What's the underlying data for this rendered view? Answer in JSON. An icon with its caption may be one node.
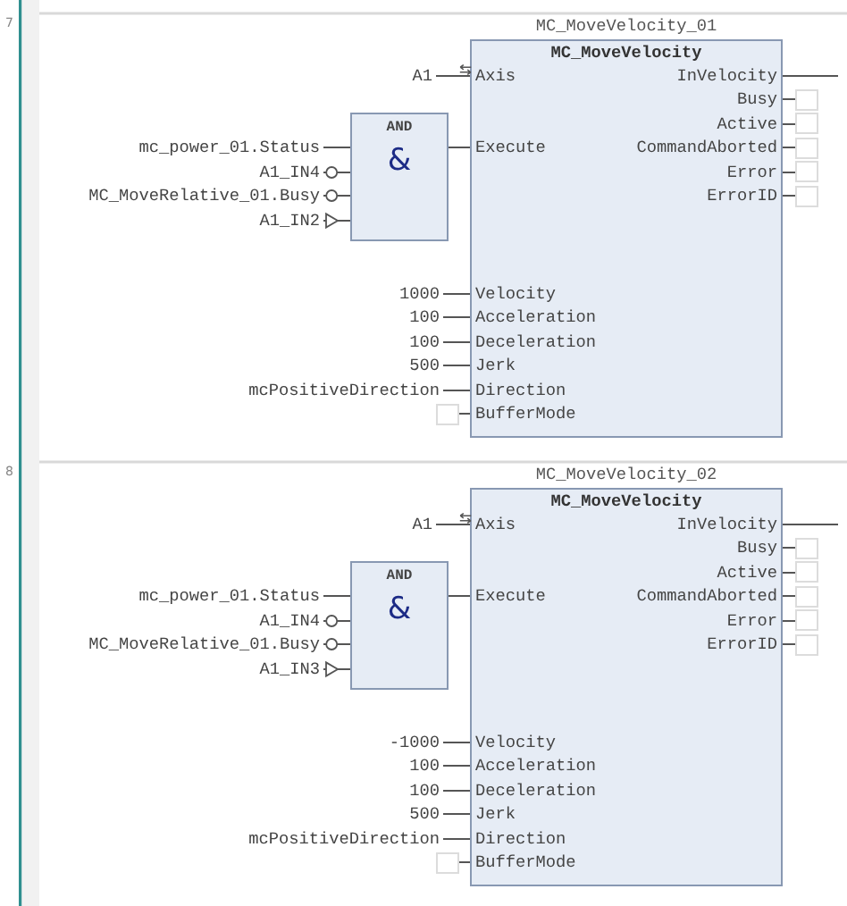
{
  "diagram": {
    "nodes": [
      {
        "text": [
          "MC_MoveVelocity_01",
          "MC_MoveVelocity"
        ]
      },
      {
        "text": [
          "Axis"
        ],
        "in": 0
      },
      {
        "text": [
          "Execute"
        ],
        "in": 0
      },
      {
        "text": [
          "Velocity"
        ],
        "in": 0
      },
      {
        "text": [
          "Acceleration"
        ],
        "in": 0
      },
      {
        "text": [
          "Deceleration"
        ],
        "in": 0
      },
      {
        "text": [
          "Jerk"
        ],
        "in": 0
      },
      {
        "text": [
          "Direction"
        ],
        "in": 0
      },
      {
        "text": [
          "BufferMode"
        ],
        "in": 0
      },
      {
        "text": [
          "InVelocity"
        ],
        "in": 0
      },
      {
        "text": [
          "Busy"
        ],
        "in": 0
      },
      {
        "text": [
          "Active"
        ],
        "in": 0
      },
      {
        "text": [
          "CommandAborted"
        ],
        "in": 0
      },
      {
        "text": [
          "Error"
        ],
        "in": 0
      },
      {
        "text": [
          "ErrorID"
        ],
        "in": 0
      },
      {
        "text": [
          "A1"
        ]
      },
      {
        "text": [
          "AND",
          "&"
        ]
      },
      {
        "text": [
          "mc_power_01.Status"
        ]
      },
      {
        "text": [
          "A1_IN4"
        ]
      },
      {
        "text": [
          "MC_MoveRelative_01.Busy"
        ]
      },
      {
        "text": [
          "A1_IN2"
        ]
      },
      {
        "text": [
          "1000"
        ]
      },
      {
        "text": [
          "100"
        ]
      },
      {
        "text": [
          "100"
        ]
      },
      {
        "text": [
          "500"
        ]
      },
      {
        "text": [
          "mcPositiveDirection"
        ]
      },
      {
        "text": [],
        "shape": "box"
      },
      {
        "text": [],
        "shape": "box"
      },
      {
        "text": [],
        "shape": "box"
      },
      {
        "text": [],
        "shape": "box"
      },
      {
        "text": [],
        "shape": "box"
      },
      {
        "text": [],
        "shape": "box"
      },
      {
        "text": [
          "MC_MoveVelocity_02",
          "MC_MoveVelocity"
        ]
      },
      {
        "text": [
          "Axis"
        ],
        "in": 32
      },
      {
        "text": [
          "Execute"
        ],
        "in": 32
      },
      {
        "text": [
          "Velocity"
        ],
        "in": 32
      },
      {
        "text": [
          "Acceleration"
        ],
        "in": 32
      },
      {
        "text": [
          "Deceleration"
        ],
        "in": 32
      },
      {
        "text": [
          "Jerk"
        ],
        "in": 32
      },
      {
        "text": [
          "Direction"
        ],
        "in": 32
      },
      {
        "text": [
          "BufferMode"
        ],
        "in": 32
      },
      {
        "text": [
          "InVelocity"
        ],
        "in": 32
      },
      {
        "text": [
          "Busy"
        ],
        "in": 32
      },
      {
        "text": [
          "Active"
        ],
        "in": 32
      },
      {
        "text": [
          "CommandAborted"
        ],
        "in": 32
      },
      {
        "text": [
          "Error"
        ],
        "in": 32
      },
      {
        "text": [
          "ErrorID"
        ],
        "in": 32
      },
      {
        "text": [
          "A1"
        ]
      },
      {
        "text": [
          "AND",
          "&"
        ]
      },
      {
        "text": [
          "mc_power_01.Status"
        ]
      },
      {
        "text": [
          "A1_IN4"
        ]
      },
      {
        "text": [
          "MC_MoveRelative_01.Busy"
        ]
      },
      {
        "text": [
          "A1_IN3"
        ]
      },
      {
        "text": [
          "-1000"
        ]
      },
      {
        "text": [
          "100"
        ]
      },
      {
        "text": [
          "100"
        ]
      },
      {
        "text": [
          "500"
        ]
      },
      {
        "text": [
          "mcPositiveDirection"
        ]
      },
      {
        "text": [],
        "shape": "box"
      },
      {
        "text": [],
        "shape": "box"
      },
      {
        "text": [],
        "shape": "box"
      },
      {
        "text": [],
        "shape": "box"
      },
      {
        "text": [],
        "shape": "box"
      },
      {
        "text": [],
        "shape": "box"
      }
    ],
    "edges": [
      {
        "from": 15,
        "to": 1,
        "arrow": "none"
      },
      {
        "from": 17,
        "to": 16,
        "arrow": "none"
      },
      {
        "from": 18,
        "to": 16,
        "arrow": "other"
      },
      {
        "from": 19,
        "to": 16,
        "arrow": "other"
      },
      {
        "from": 20,
        "to": 16,
        "arrow": "to"
      },
      {
        "from": 16,
        "to": 2,
        "arrow": "none"
      },
      {
        "from": 21,
        "to": 3,
        "arrow": "none"
      },
      {
        "from": 22,
        "to": 4,
        "arrow": "none"
      },
      {
        "from": 23,
        "to": 5,
        "arrow": "none"
      },
      {
        "from": 24,
        "to": 6,
        "arrow": "none"
      },
      {
        "from": 25,
        "to": 7,
        "arrow": "none"
      },
      {
        "from": 26,
        "to": 8,
        "arrow": "none"
      },
      {
        "from": 9,
        "to": null,
        "arrow": "none"
      },
      {
        "from": 10,
        "to": 27,
        "arrow": "none"
      },
      {
        "from": 11,
        "to": 28,
        "arrow": "none"
      },
      {
        "from": 12,
        "to": 29,
        "arrow": "none"
      },
      {
        "from": 13,
        "to": 30,
        "arrow": "none"
      },
      {
        "from": 14,
        "to": 31,
        "arrow": "none"
      },
      {
        "from": 47,
        "to": 33,
        "arrow": "none"
      },
      {
        "from": 49,
        "to": 48,
        "arrow": "none"
      },
      {
        "from": 50,
        "to": 48,
        "arrow": "other"
      },
      {
        "from": 51,
        "to": 48,
        "arrow": "other"
      },
      {
        "from": 52,
        "to": 48,
        "arrow": "to"
      },
      {
        "from": 48,
        "to": 34,
        "arrow": "none"
      },
      {
        "from": 53,
        "to": 35,
        "arrow": "none"
      },
      {
        "from": 54,
        "to": 36,
        "arrow": "none"
      },
      {
        "from": 55,
        "to": 37,
        "arrow": "none"
      },
      {
        "from": 56,
        "to": 38,
        "arrow": "none"
      },
      {
        "from": 57,
        "to": 39,
        "arrow": "none"
      },
      {
        "from": 58,
        "to": 40,
        "arrow": "none"
      },
      {
        "from": 41,
        "to": null,
        "arrow": "none"
      },
      {
        "from": 42,
        "to": 59,
        "arrow": "none"
      },
      {
        "from": 43,
        "to": 60,
        "arrow": "none"
      },
      {
        "from": 44,
        "to": 61,
        "arrow": "none"
      },
      {
        "from": 45,
        "to": 62,
        "arrow": "none"
      },
      {
        "from": 46,
        "to": 63,
        "arrow": "none"
      }
    ],
    "labels": [
      "7",
      "8"
    ]
  }
}
